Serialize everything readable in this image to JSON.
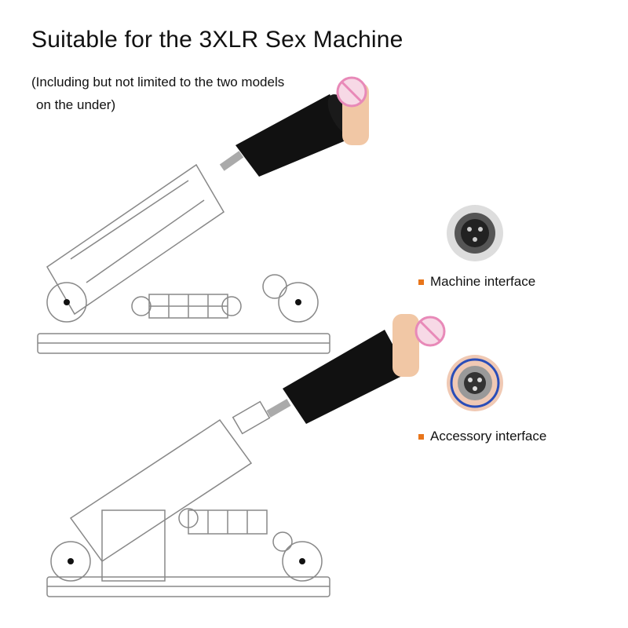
{
  "title": "Suitable for the 3XLR Sex Machine",
  "subtitle": {
    "line1": "(Including but not limited to the two models",
    "line2": "on the under)"
  },
  "labels": {
    "machine_interface": "Machine interface",
    "accessory_interface": "Accessory interface"
  },
  "colors": {
    "bullet": "#e8751a",
    "attachment": "#111111",
    "censor": "#e889b8"
  }
}
